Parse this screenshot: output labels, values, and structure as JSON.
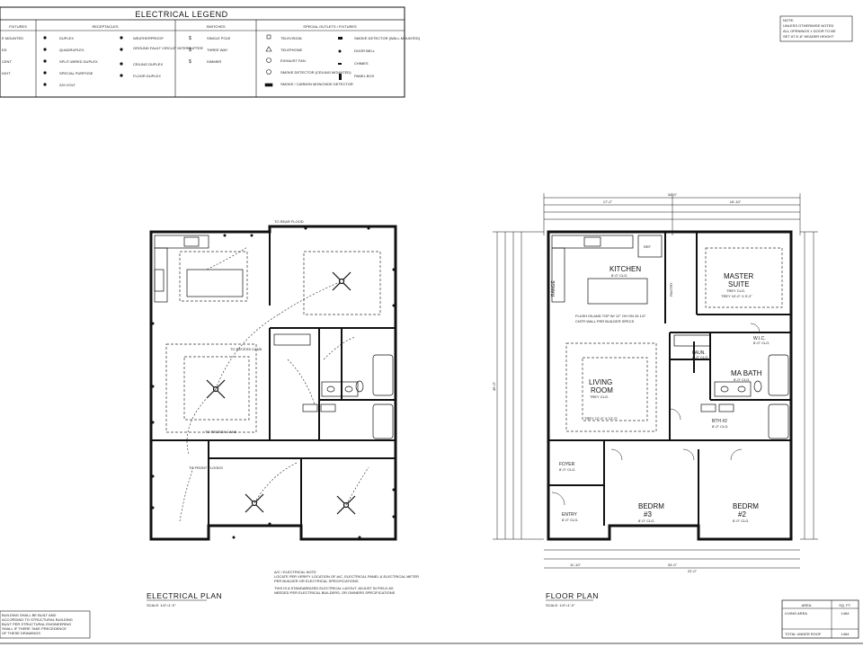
{
  "legend": {
    "title": "ELECTRICAL LEGEND",
    "col_fixtures": "FIXTURES",
    "col_receptacles": "RECEPTACLES",
    "col_switches": "SWITCHES",
    "col_special": "SPECIAL OUTLETS / FIXTURES",
    "fixtures": [
      "E MOUNTED",
      "ED",
      "CENT",
      "IGHT"
    ],
    "receptacles": [
      "DUPLEX",
      "QUADRUPLEX",
      "SPLIT-WIRED DUPLEX",
      "SPECIAL PURPOSE",
      "220 VOLT"
    ],
    "receptacles2": [
      "WEATHERPROOF",
      "GROUND FAULT CIRCUIT INTERRUPTER",
      "CEILING DUPLEX",
      "FLOOR DUPLEX"
    ],
    "switches": [
      "SINGLE POLE",
      "THREE WAY",
      "DIMMER"
    ],
    "special": [
      "TELEVISION",
      "TELEPHONE",
      "EXHAUST FAN",
      "SMOKE DETECTOR (CEILING MOUNTED)",
      "SMOKE / CARBON MONOXIDE DETECTOR"
    ],
    "special2": [
      "SMOKE DETECTOR (WALL MOUNTED)",
      "DOOR BELL",
      "CHIMES",
      "PANEL BOX"
    ]
  },
  "note": {
    "line1": "NOTE:",
    "line2": "UNLESS OTHERWISE NOTED",
    "line3": "ALL OPENINGS 1 DOOR TO BE",
    "line4": "SET AT 6'-8\" HEADER HEIGHT"
  },
  "electrical_plan": {
    "title": "ELECTRICAL PLAN",
    "scale": "SCALE: 1/4\"=1'-0\"",
    "callouts": [
      "TO REAR FLOOD",
      "TO RECESS CANS",
      "TO RECESS CANS",
      "TO FRONT FLOODS"
    ],
    "notes_title": "A/C / ELECTRICAL NOTE",
    "notes_line1": "LOCATE PER VERIFY LOCATION OF A/C, ELECTRICAL PANEL & ELECTRICAL METER",
    "notes_line2": "PER BUILDER OR ELECTRICAL SPECIFICATIONS",
    "notes_line3": "THIS IS A STANDARDIZED ELECTRICAL LAYOUT. ADJUST IN FIELD AS",
    "notes_line4": "NEEDED PER ELECTRICAL BUILDERS, OR OWNERS SPECIFICATIONS"
  },
  "floor_plan": {
    "title": "FLOOR PLAN",
    "scale": "SCALE: 1/4\"=1'-0\"",
    "rooms": {
      "kitchen": "KITCHEN",
      "kitchen_clg": "8'-0\" CLG.",
      "master": "MASTER",
      "suite": "SUITE",
      "master_clg": "TREY CLG.",
      "master_trey": "TREY 10'-0\" X 9'-2\"",
      "living": "LIVING",
      "room": "ROOM",
      "living_clg": "TREY CLG.",
      "living_trey": "TREY 12'-0\" X 12'-0\"",
      "laun": "LAUN.",
      "laun_clg": "8'-0\" CLG.",
      "wic": "W.I.C.",
      "wic_clg": "8'-0\" CLG.",
      "mabath": "MA BATH",
      "mabath_clg": "8'-0\" CLG.",
      "bth2": "BTH #2",
      "bth2_clg": "8'-0\" CLG.",
      "foyer": "FOYER",
      "foyer_clg": "8'-0\" CLG.",
      "entry": "ENTRY",
      "entry_clg": "8'-0\" CLG.",
      "bedrm3": "BEDRM",
      "bedrm3_num": "#3",
      "bedrm3_clg": "8'-0\" CLG.",
      "bedrm2": "BEDRM",
      "bedrm2_num": "#2",
      "bedrm2_clg": "8'-0\" CLG.",
      "pantry": "PANTRY",
      "range": "RANGE",
      "ref": "REF",
      "island_note": "FLUSH ISLAND TOP W/ 12\" OH ON 34 1/2\"",
      "island_note2": "CNTR WALL PER BUILDER SPECS"
    },
    "dims": {
      "overall_width": "34'-0\"",
      "left_top": "17'-2\"",
      "right_top": "16'-10\"",
      "overall_depth": "46'-0\"",
      "bottom_total": "34'-0\"",
      "bottom_left": "11'-10\"",
      "bottom_right": "22'-0\""
    }
  },
  "area_table": {
    "col_area": "AREA",
    "col_sqft": "SQ. FT.",
    "row1_label": "LIVING AREA",
    "row1_value": "1464",
    "total_label": "TOTAL UNDER ROOF",
    "total_value": "1464"
  },
  "bottom_note": {
    "l1": "BUILDING SHALL BE BUILT AND",
    "l2": "ACCORDING TO STRUCTURAL BUILDING",
    "l3": "BUILT PER STRUCTURAL ENGINEERING",
    "l4": "SHALL IF THERE TAKE PRECEDENCE",
    "l5": "OF THESE DRAWINGS"
  }
}
